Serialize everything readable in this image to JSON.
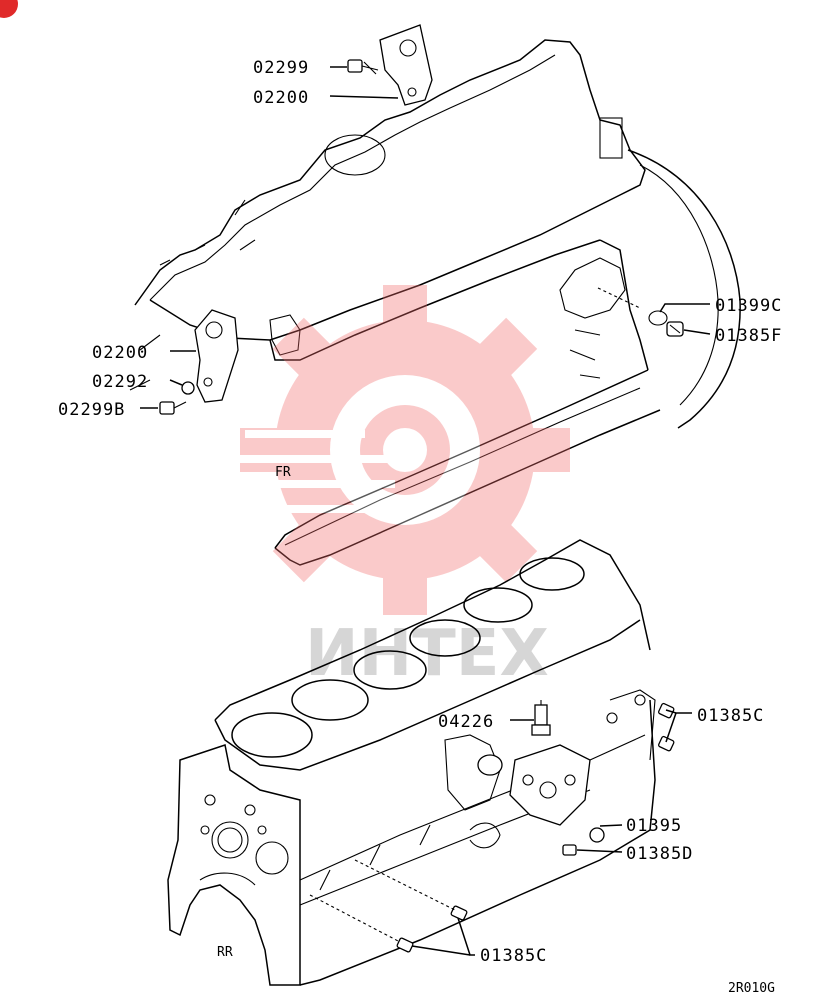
{
  "labels": {
    "p02299": "02299",
    "p02200_top": "02200",
    "p01399c": "01399C",
    "p01385f": "01385F",
    "p02200_left": "02200",
    "p02292": "02292",
    "p02299b": "02299B",
    "fr": "FR",
    "p04226": "04226",
    "p01385c_right": "01385C",
    "p01395": "01395",
    "p01385d": "01385D",
    "p01385c_bottom": "01385C",
    "rr": "RR",
    "code": "2R010G"
  },
  "watermark": {
    "text": "ИНТЕХ",
    "gear_color": "#f26a6a"
  },
  "corner_badge_color": "#e02a2a"
}
